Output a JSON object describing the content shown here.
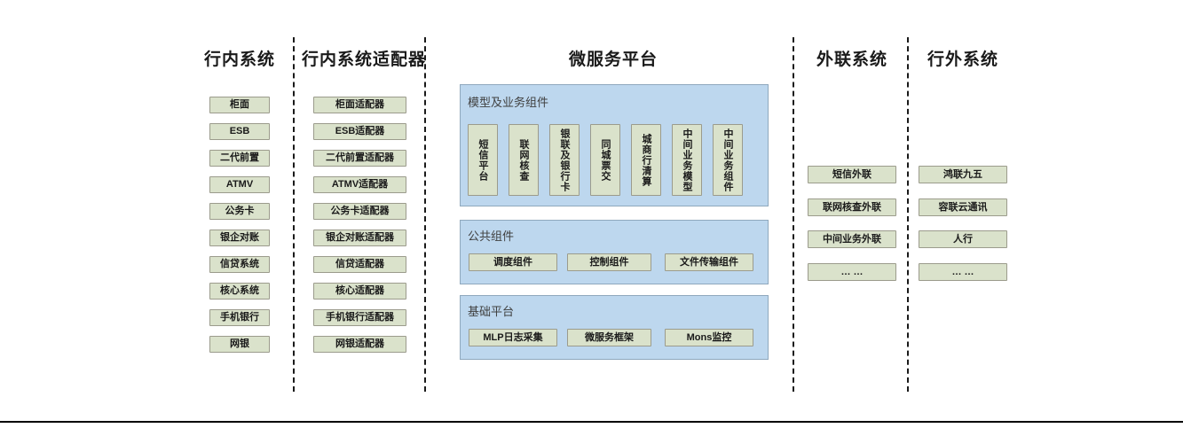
{
  "diagram": {
    "columns": [
      {
        "id": "internal-systems",
        "title": "行内系统",
        "items": [
          "柜面",
          "ESB",
          "二代前置",
          "ATMV",
          "公务卡",
          "银企对账",
          "信贷系统",
          "核心系统",
          "手机银行",
          "网银"
        ]
      },
      {
        "id": "internal-system-adapters",
        "title": "行内系统适配器",
        "items": [
          "柜面适配器",
          "ESB适配器",
          "二代前置适配器",
          "ATMV适配器",
          "公务卡适配器",
          "银企对账适配器",
          "信贷适配器",
          "核心适配器",
          "手机银行适配器",
          "网银适配器"
        ]
      },
      {
        "id": "microservice-platform",
        "title": "微服务平台",
        "sections": [
          {
            "id": "model-business-components",
            "label": "模型及业务组件",
            "orientation": "vertical",
            "items": [
              "短信平台",
              "联网核查",
              "银联及银行卡",
              "同城票交",
              "城商行清算",
              "中间业务模型",
              "中间业务组件"
            ]
          },
          {
            "id": "public-components",
            "label": "公共组件",
            "orientation": "horizontal",
            "items": [
              "调度组件",
              "控制组件",
              "文件传输组件"
            ]
          },
          {
            "id": "base-platform",
            "label": "基础平台",
            "orientation": "horizontal",
            "items": [
              "MLP日志采集",
              "微服务框架",
              "Mons监控"
            ]
          }
        ]
      },
      {
        "id": "external-link-systems",
        "title": "外联系统",
        "items": [
          "短信外联",
          "联网核查外联",
          "中间业务外联",
          "… …"
        ]
      },
      {
        "id": "outside-bank-systems",
        "title": "行外系统",
        "items": [
          "鸿联九五",
          "容联云通讯",
          "人行",
          "… …"
        ]
      }
    ],
    "colors": {
      "node_fill": "#dae2cb",
      "node_border": "#9b9b8c",
      "panel_fill": "#bdd7ee",
      "panel_border": "#8fa8bd",
      "title_text": "#1a1a1a",
      "section_label": "#404040",
      "divider": "#1a1a1a",
      "background": "#ffffff"
    }
  }
}
